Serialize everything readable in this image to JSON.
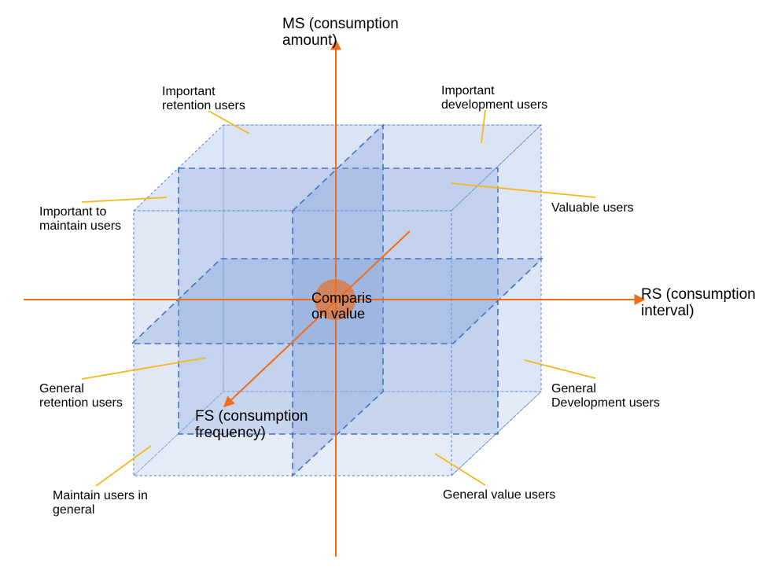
{
  "colors": {
    "axis": "#ef6c1a",
    "leader": "#f5b622",
    "cube_fill": "#cfdcf1",
    "cube_edge": "#4472c4",
    "plane_fill": "#7f9fd8",
    "center_dot": "#d97b45"
  },
  "axes": {
    "ms": [
      "MS (consumption",
      "amount)"
    ],
    "rs": [
      "RS (consumption",
      "interval)"
    ],
    "fs": [
      "FS (consumption",
      "frequency)"
    ]
  },
  "center": [
    "Comparis",
    "on value"
  ],
  "segments": {
    "important_retention": [
      "Important",
      "retention users"
    ],
    "important_development": [
      "Important",
      "development users"
    ],
    "important_maintain": [
      "Important to",
      "maintain users"
    ],
    "valuable": [
      "Valuable users"
    ],
    "general_retention": [
      "General",
      "retention users"
    ],
    "general_development": [
      "General",
      "Development users"
    ],
    "maintain_general": [
      "Maintain users in",
      "general"
    ],
    "general_value": [
      "General value users"
    ]
  }
}
